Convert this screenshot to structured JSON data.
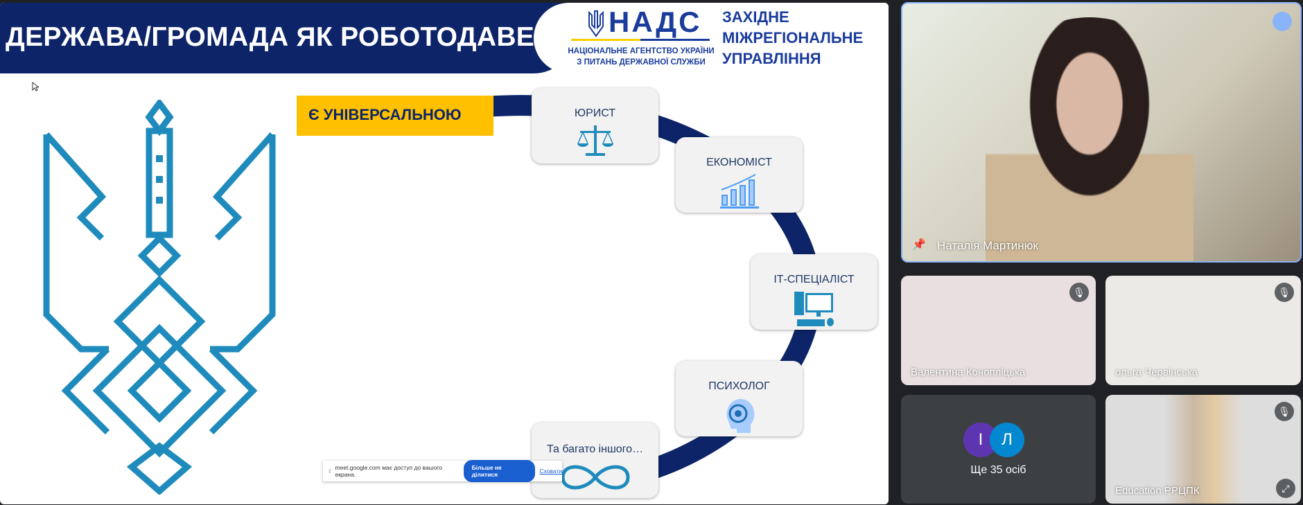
{
  "slide": {
    "title": "ДЕРЖАВА/ГРОМАДА ЯК РОБОТОДАВЕЦЬ",
    "logo": {
      "abbr": "НАДС",
      "subtitle_line1": "НАЦІОНАЛЬНЕ АГЕНТСТВО УКРАЇНИ",
      "subtitle_line2": "З ПИТАНЬ ДЕРЖАВНОЇ СЛУЖБИ",
      "region_line1": "ЗАХІДНЕ",
      "region_line2": "МІЖРЕГІОНАЛЬНЕ",
      "region_line3": "УПРАВЛІННЯ"
    },
    "highlight": "Є УНІВЕРСАЛЬНОЮ",
    "cards": [
      {
        "label": "ЮРИСТ",
        "icon": "scales-icon"
      },
      {
        "label": "ЕКОНОМІСТ",
        "icon": "growth-chart-icon"
      },
      {
        "label": "ІТ-СПЕЦІАЛІСТ",
        "icon": "computer-icon"
      },
      {
        "label": "ПСИХОЛОГ",
        "icon": "head-icon"
      },
      {
        "label": "Та багато іншого…",
        "icon": "infinity-icon"
      }
    ],
    "colors": {
      "navy": "#0d2568",
      "yellow": "#ffc000",
      "accent": "#1a8cc4"
    }
  },
  "share_bar": {
    "message": "meet.google.com має доступ до вашого екрана.",
    "stop_button": "Більше не ділитися",
    "hide_link": "Сховати"
  },
  "participants": {
    "main": {
      "name": "Наталія Мартинюк"
    },
    "tiles": [
      {
        "name": "Валентина Конопліцька"
      },
      {
        "name": "ольга Червінська"
      },
      {
        "name": "Education РРЦПК"
      }
    ],
    "others": {
      "label": "Ще 35 осіб",
      "avatars": [
        "І",
        "Л"
      ],
      "avatar_colors": [
        "#5e35b1",
        "#0288d1"
      ]
    }
  }
}
